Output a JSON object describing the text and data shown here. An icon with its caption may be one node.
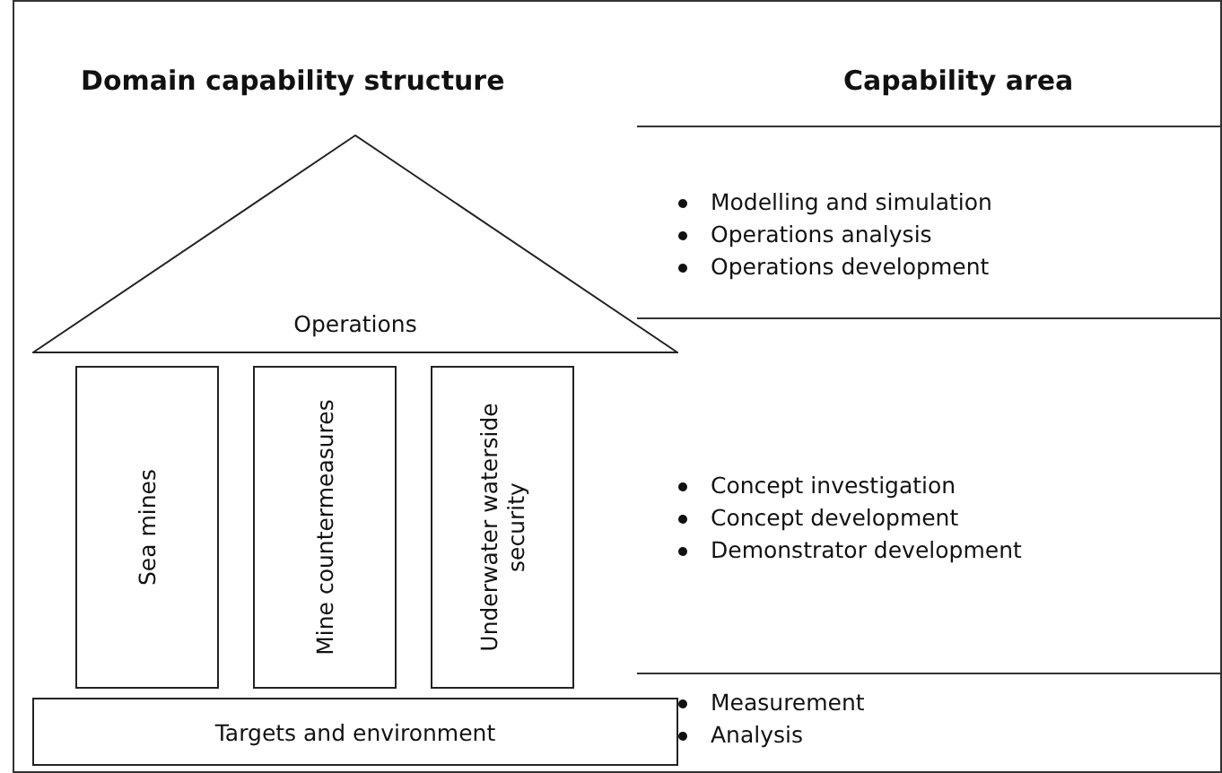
{
  "diagram": {
    "nodes": [
      {
        "text": [
          "Operations"
        ]
      },
      {
        "text": [
          "Sea mines"
        ]
      },
      {
        "text": [
          "Mine countermeasures"
        ]
      },
      {
        "text": [
          "Underwater waterside security"
        ]
      },
      {
        "text": [
          "Targets and environment"
        ]
      }
    ],
    "labels": [
      "Domain capability structure",
      "Capability area",
      "Modelling and simulation",
      "Operations analysis",
      "Operations development",
      "Concept investigation",
      "Concept development",
      "Demonstrator development",
      "Measurement",
      "Analysis"
    ]
  }
}
